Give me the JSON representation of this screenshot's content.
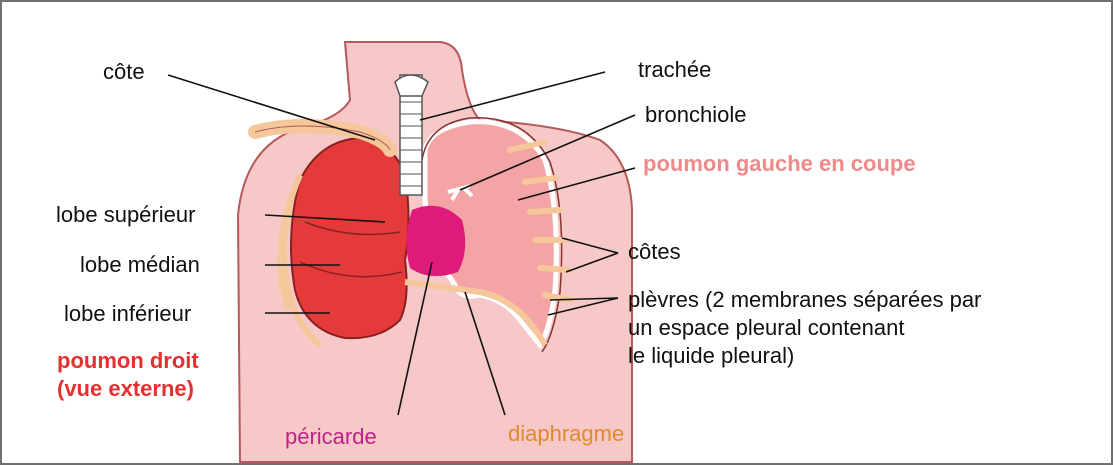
{
  "colors": {
    "skin": "#f7c8c8",
    "skin_outline": "#b45a5a",
    "right_lung": "#e53a3a",
    "left_lung_section": "#f4a4a4",
    "rib": "#f5c79a",
    "pericardium": "#e01a7a",
    "diaphragm_label": "#e08a2a",
    "pericarde_label": "#c0208a",
    "pink_title": "#f08a8a",
    "red_title": "#e53030"
  },
  "labels": {
    "cote": "côte",
    "trachee": "trachée",
    "bronchiole": "bronchiole",
    "poumon_gauche": "poumon gauche en coupe",
    "lobe_superieur": "lobe supérieur",
    "lobe_median": "lobe médian",
    "lobe_inferieur": "lobe inférieur",
    "cotes": "côtes",
    "plevres_1": "plèvres (2 membranes séparées par",
    "plevres_2": "un espace pleural contenant",
    "plevres_3": "le liquide pleural)",
    "poumon_droit_1": "poumon droit",
    "poumon_droit_2": "(vue externe)",
    "pericarde": "péricarde",
    "diaphragme": "diaphragme"
  }
}
